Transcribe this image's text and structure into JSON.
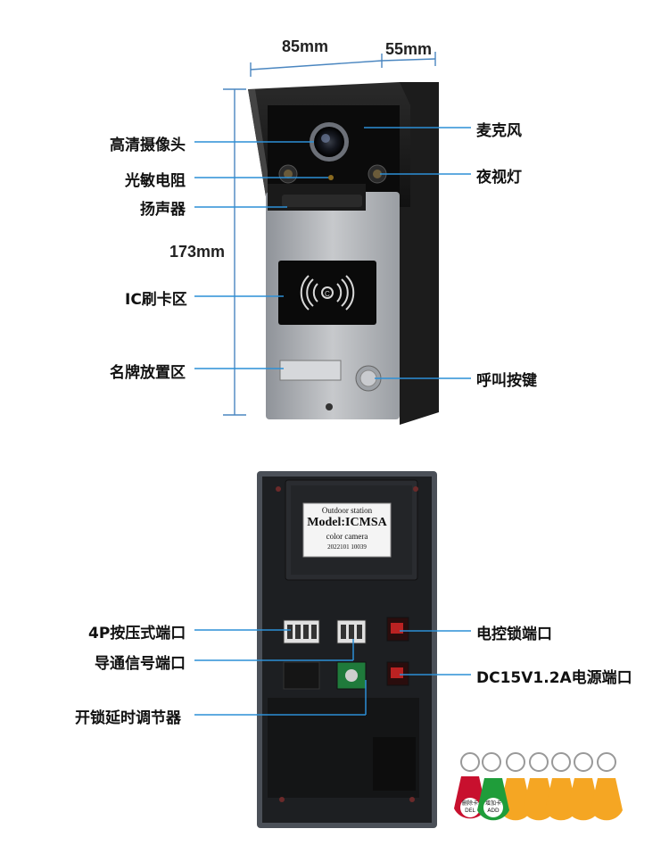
{
  "dimensions": {
    "width": "85mm",
    "depth": "55mm",
    "height": "173mm"
  },
  "front_labels": {
    "camera": "高清摄像头",
    "photoresistor": "光敏电阻",
    "speaker": "扬声器",
    "ic_card_area": "IC刷卡区",
    "nameplate_area": "名牌放置区",
    "microphone": "麦克风",
    "night_light": "夜视灯",
    "call_button": "呼叫按键"
  },
  "back_labels": {
    "port_4p": "4P按压式端口",
    "conduction_port": "导通信号端口",
    "unlock_delay": "开锁延时调节器",
    "lock_port": "电控锁端口",
    "power_port": "DC15V1.2A电源端口"
  },
  "sticker": {
    "line1": "Outdoor station",
    "line2": "Model:ICMSA",
    "line3": "color camera",
    "line4": "2022101 10039"
  },
  "keyfobs": {
    "red_text_cn": "删除卡",
    "red_text_en": "DEL",
    "green_text_cn": "增加卡",
    "green_text_en": "ADD"
  },
  "colors": {
    "leader_line": "#2c8fd6",
    "fob_red": "#c8102e",
    "fob_green": "#1f9d3a",
    "fob_orange": "#f5a623"
  },
  "icons": [
    "camera-lens-icon",
    "rfid-wave-icon",
    "call-button-icon"
  ]
}
